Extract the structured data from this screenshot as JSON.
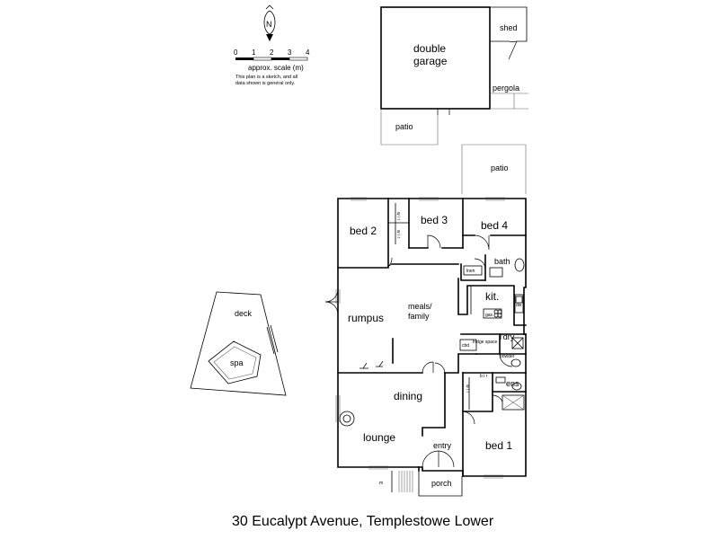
{
  "compass": {
    "letter": "N"
  },
  "scale": {
    "ticks": [
      "0",
      "1",
      "2",
      "3",
      "4"
    ],
    "label": "approx. scale (m)",
    "note_line1": "This plan is a sketch, and all",
    "note_line2": "data shown is general only."
  },
  "outbuildings": {
    "garage_line1": "double",
    "garage_line2": "garage",
    "shed": "shed",
    "pergola": "pergola",
    "patio_front": "patio",
    "patio_rear": "patio"
  },
  "outdoor": {
    "deck": "deck",
    "spa": "spa"
  },
  "rooms": {
    "bed2": "bed 2",
    "bed3": "bed 3",
    "bed4": "bed 4",
    "bath": "bath",
    "kitchen": "kit.",
    "meals_line1": "meals/",
    "meals_line2": "family",
    "rumpus": "rumpus",
    "laundry": "l'dry",
    "powder": "powder",
    "dining": "dining",
    "ensuite": "ens",
    "lounge": "lounge",
    "entry": "entry",
    "bed1": "bed 1",
    "porch": "porch"
  },
  "fixtures": {
    "wir1": "w i r",
    "wir2": "w i r",
    "linen": "lnen",
    "fridge": "fridge space",
    "cupboard": "cbd",
    "dishwasher": "dw",
    "gas_cooktop": "gas",
    "bir": "b i r",
    "wir3": "w i r",
    "meter": "m"
  },
  "address": "30 Eucalypt Avenue, Templestowe Lower"
}
